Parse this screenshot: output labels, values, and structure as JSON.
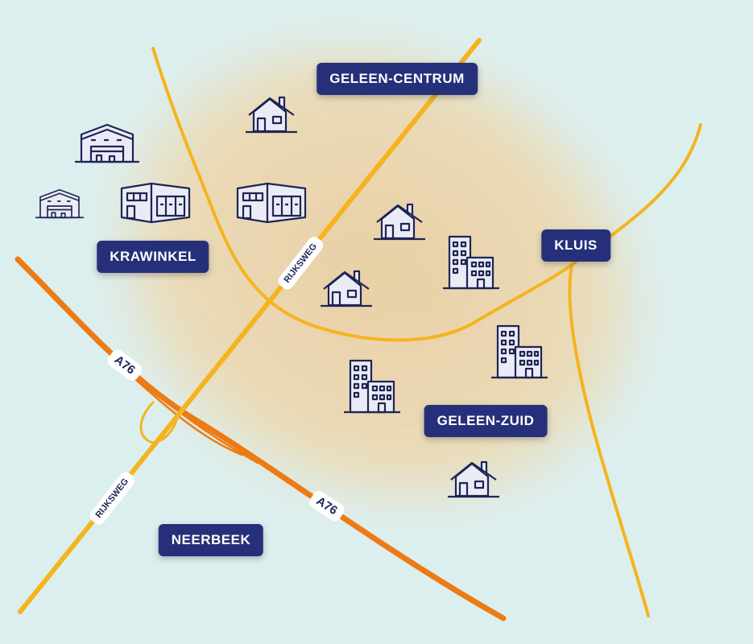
{
  "places": [
    {
      "id": "geleen-centrum",
      "label": "GELEEN-CENTRUM"
    },
    {
      "id": "krawinkel",
      "label": "KRAWINKEL"
    },
    {
      "id": "kluis",
      "label": "KLUIS"
    },
    {
      "id": "geleen-zuid",
      "label": "GELEEN-ZUID"
    },
    {
      "id": "neerbeek",
      "label": "NEERBEEK"
    }
  ],
  "roads": {
    "rijksweg": "RIJKSWEG",
    "a76": "A76"
  },
  "icons": [
    "warehouse-icon",
    "office-building-icon",
    "house-icon",
    "apartment-tower-icon"
  ],
  "colors": {
    "background": "#dcefef",
    "zone": "#e9d3ae",
    "label_bg": "#26307a",
    "local_road": "#f5b41e",
    "highway": "#ee7a14"
  }
}
